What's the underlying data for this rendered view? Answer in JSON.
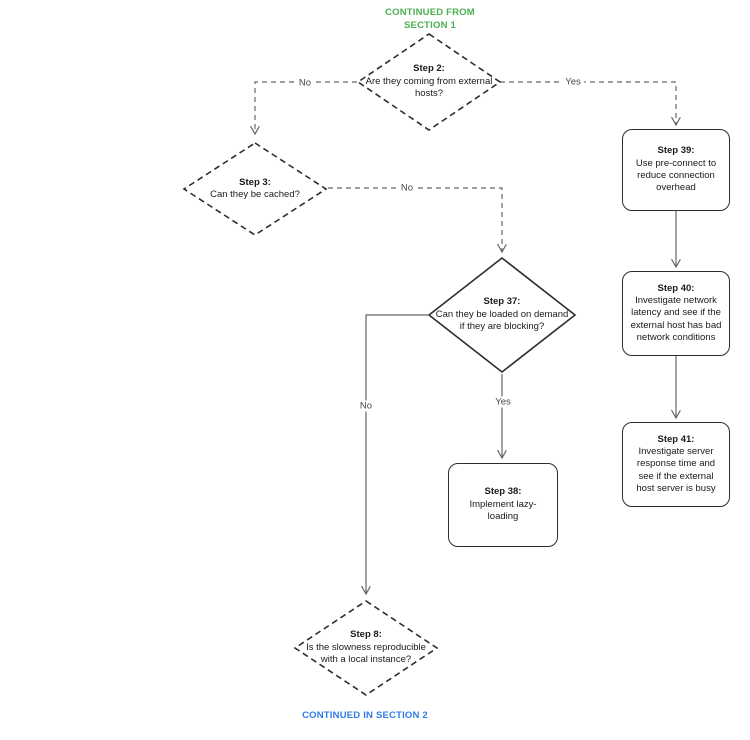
{
  "diagram": {
    "title_hint": "Performance troubleshooting flowchart section",
    "continued_from": "CONTINUED FROM SECTION 1",
    "continued_in": "CONTINUED IN SECTION 2",
    "colors": {
      "continued_from_green": "#4caf50",
      "continued_in_blue": "#2f7bea",
      "edge_gray": "#666666",
      "node_border": "#2d2d2d",
      "background": "#ffffff"
    }
  },
  "nodes": {
    "step2": {
      "shape": "decision-diamond-dashed",
      "title": "Step 2:",
      "text": "Are they coming from external hosts?"
    },
    "step3": {
      "shape": "decision-diamond-dashed",
      "title": "Step 3:",
      "text": "Can they be cached?"
    },
    "step37": {
      "shape": "decision-diamond-solid",
      "title": "Step 37:",
      "text": "Can they be loaded on demand if they are blocking?"
    },
    "step38": {
      "shape": "process-box",
      "title": "Step 38:",
      "text": "Implement lazy-loading"
    },
    "step39": {
      "shape": "process-box",
      "title": "Step 39:",
      "text": "Use pre-connect to reduce connection overhead"
    },
    "step40": {
      "shape": "process-box",
      "title": "Step 40:",
      "text": "Investigate network latency and see if the external host has bad network conditions"
    },
    "step41": {
      "shape": "process-box",
      "title": "Step 41:",
      "text": "Investigate server response time and see if the external host server is busy"
    },
    "step8": {
      "shape": "decision-diamond-dashed",
      "title": "Step 8:",
      "text": "Is the slowness reproducible with a local instance?"
    }
  },
  "edge_labels": {
    "step2_no": "No",
    "step2_yes": "Yes",
    "step3_no": "No",
    "step37_yes": "Yes",
    "step37_no": "No"
  }
}
